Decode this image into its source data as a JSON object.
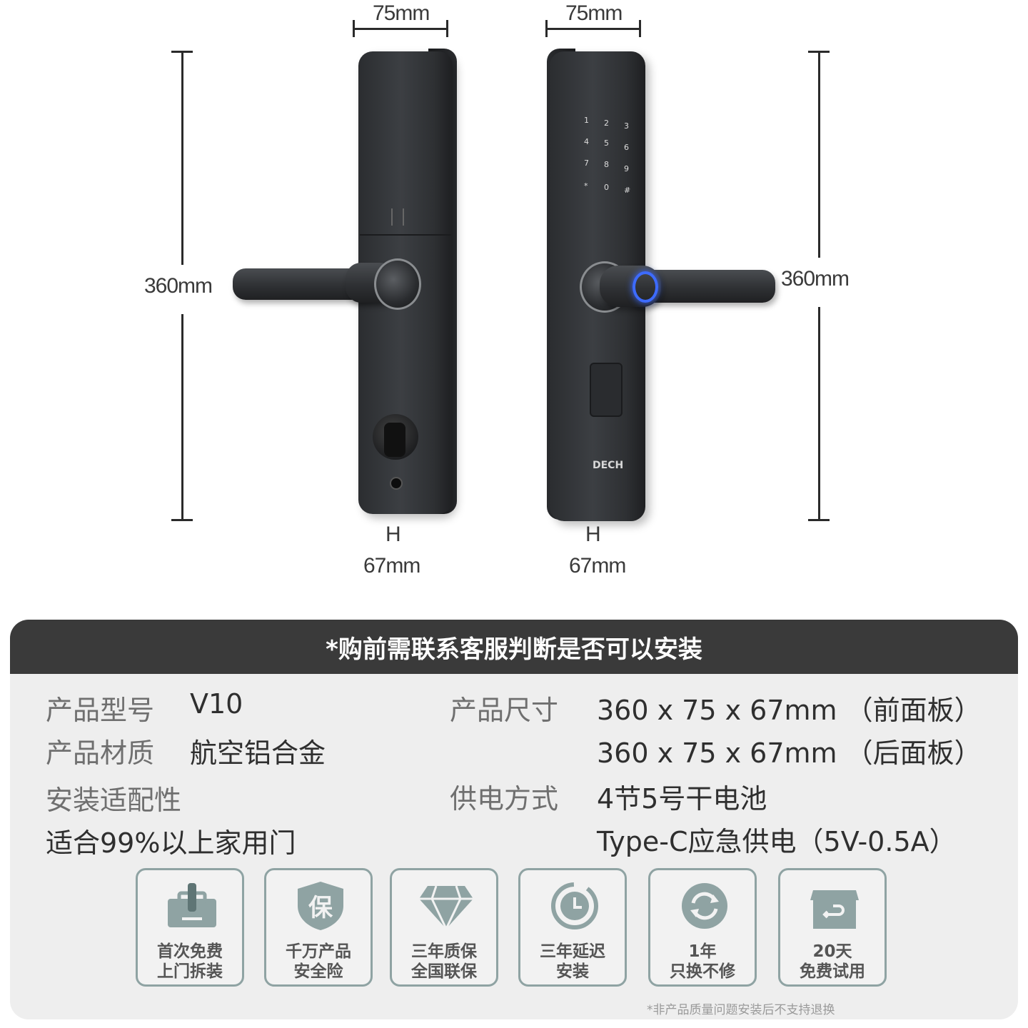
{
  "dimensions": {
    "width_front": "75mm",
    "width_back": "75mm",
    "height_left": "360mm",
    "height_right": "360mm",
    "depth_front": "67mm",
    "depth_back": "67mm",
    "depth_symbol": "H"
  },
  "lock_back": {
    "keypad": [
      "1",
      "2",
      "3",
      "4",
      "5",
      "6",
      "7",
      "8",
      "9",
      "*",
      "0",
      "#"
    ],
    "brand": "DECH"
  },
  "notice": {
    "title": "*购前需联系客服判断是否可以安装"
  },
  "specs": {
    "model_label": "产品型号",
    "model_value": "V10",
    "material_label": "产品材质",
    "material_value": "航空铝合金",
    "compat_label": "安装适配性",
    "compat_value": "适合99%以上家用门",
    "size_label": "产品尺寸",
    "size_front": "360 x 75 x 67mm （前面板）",
    "size_back": "360 x 75 x 67mm （后面板）",
    "power_label": "供电方式",
    "power_value1": "4节5号干电池",
    "power_value2": "Type-C应急供电（5V-0.5A）"
  },
  "services": [
    {
      "icon": "toolbox-icon",
      "line1": "首次免费",
      "line2": "上门拆装"
    },
    {
      "icon": "shield-icon",
      "glyph": "保",
      "line1": "千万产品",
      "line2": "安全险"
    },
    {
      "icon": "diamond-icon",
      "line1": "三年质保",
      "line2": "全国联保"
    },
    {
      "icon": "clock-icon",
      "line1": "三年延迟",
      "line2": "安装"
    },
    {
      "icon": "refresh-icon",
      "line1": "1年",
      "line2": "只换不修"
    },
    {
      "icon": "return-box-icon",
      "line1": "20天",
      "line2": "免费试用"
    }
  ],
  "footnote": "*非产品质量问题安装后不支持退换",
  "colors": {
    "header_bg": "#3a3a3a",
    "panel_bg": "#eeeeee",
    "icon_teal": "#8fa3a3",
    "fingerprint_blue": "#3d6bff"
  }
}
